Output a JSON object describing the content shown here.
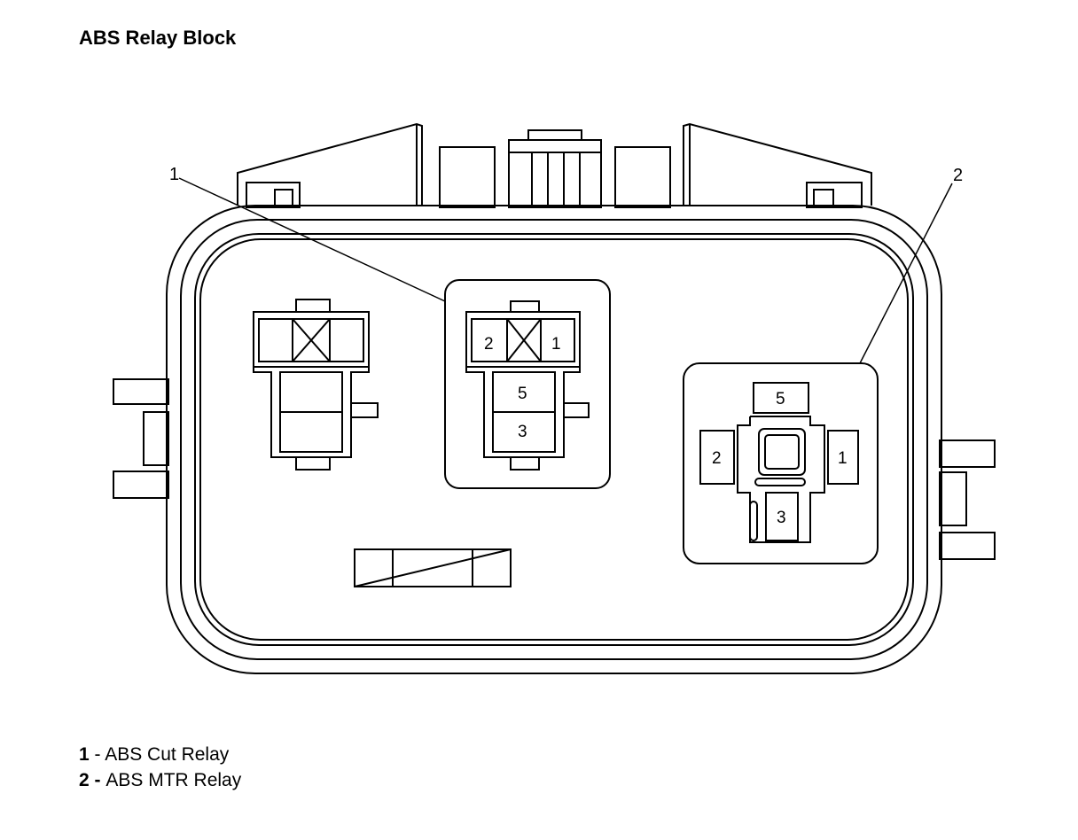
{
  "title": "ABS Relay Block",
  "callouts": [
    "1",
    "2"
  ],
  "relay_1_pins": [
    "2",
    "1",
    "5",
    "3"
  ],
  "relay_2_pins": [
    "5",
    "2",
    "1",
    "3"
  ],
  "legend": [
    {
      "number": "1",
      "separator": " - ",
      "label": "ABS Cut Relay"
    },
    {
      "number": "2",
      "separator": " - ",
      "label": "ABS MTR Relay"
    }
  ],
  "colors": {
    "line": "#000000",
    "background": "#ffffff"
  }
}
